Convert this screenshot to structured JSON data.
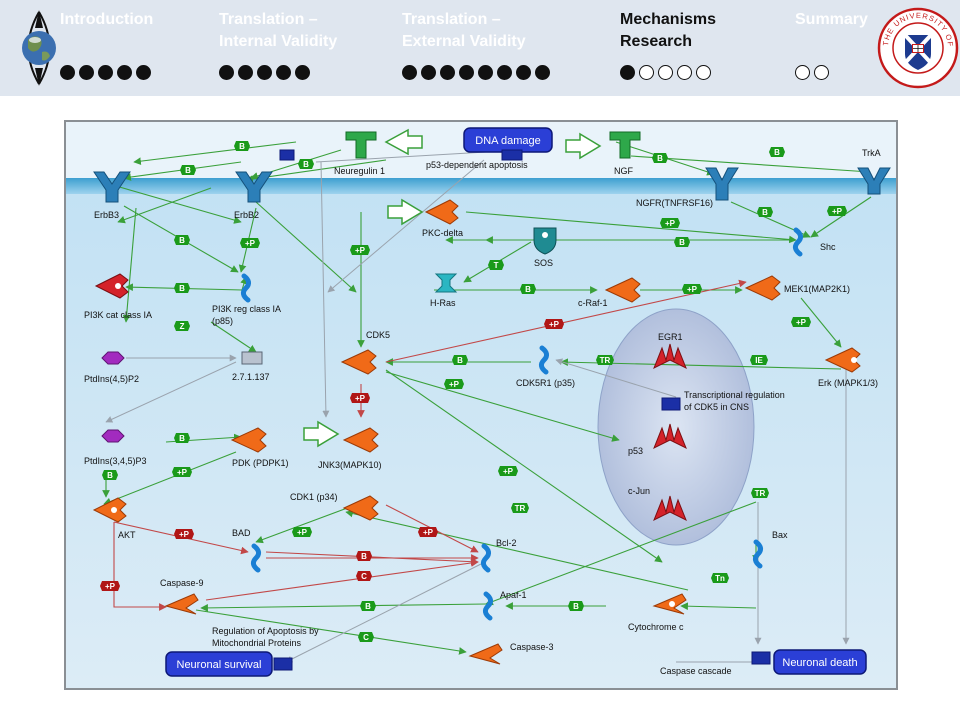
{
  "nav": {
    "sections": [
      {
        "line1": "Introduction",
        "line2": "",
        "dots_filled": 5,
        "dots_total": 5,
        "active": false
      },
      {
        "line1": "Translation –",
        "line2": "Internal Validity",
        "dots_filled": 5,
        "dots_total": 5,
        "active": false
      },
      {
        "line1": "Translation –",
        "line2": "External Validity",
        "dots_filled": 8,
        "dots_total": 8,
        "active": false
      },
      {
        "line1": "Mechanisms",
        "line2": "Research",
        "dots_filled": 1,
        "dots_total": 5,
        "active": true
      },
      {
        "line1": "Summary",
        "line2": "",
        "dots_filled": 0,
        "dots_total": 2,
        "active": false
      }
    ],
    "logo_text": "THE UNIVERSITY OF EDINBURGH"
  },
  "colors": {
    "header_bg": "#dfe6ef",
    "membrane": "#5ab4dc",
    "cell_bg": "#c5e2f2",
    "green_badge": "#1a9a1a",
    "red_badge": "#b01616",
    "protein_orange": "#f06a18",
    "receptor_blue": "#2c7fb8",
    "box_blue": "#2b3fd6"
  },
  "diagram": {
    "nodes": {
      "dna_damage": "DNA damage",
      "neuronal_survival": "Neuronal survival",
      "neuronal_death": "Neuronal death",
      "neuregulin1": "Neuregulin 1",
      "p53_apoptosis": "p53-dependent apoptosis",
      "ngf": "NGF",
      "trka": "TrkA",
      "erbb3": "ErbB3",
      "erbb2": "ErbB2",
      "ngfr": "NGFR(TNFRSF16)",
      "pkc_delta": "PKC-delta",
      "shc": "Shc",
      "sos": "SOS",
      "hras": "H-Ras",
      "craf1": "c-Raf-1",
      "mek1": "MEK1(MAP2K1)",
      "pi3k_cat": "PI3K cat class IA",
      "pi3k_reg_1": "PI3K reg class IA",
      "pi3k_reg_2": "(p85)",
      "ptdins45": "PtdIns(4,5)P2",
      "enzyme": "2.7.1.137",
      "cdk5": "CDK5",
      "egr1": "EGR1",
      "cdk5r1": "CDK5R1 (p35)",
      "transcr_1": "Transcriptional regulation",
      "transcr_2": "of CDK5 in CNS",
      "erk": "Erk (MAPK1/3)",
      "ptdins345": "PtdIns(3,4,5)P3",
      "pdk": "PDK (PDPK1)",
      "jnk3": "JNK3(MAPK10)",
      "p53": "p53",
      "cjun": "c-Jun",
      "cdk1": "CDK1 (p34)",
      "akt": "AKT",
      "bad": "BAD",
      "bcl2": "Bcl-2",
      "bax": "Bax",
      "caspase9": "Caspase-9",
      "apaf1": "Apaf-1",
      "cytochrome": "Cytochrome c",
      "reg_apop_1": "Regulation of Apoptosis by",
      "reg_apop_2": "Mitochondrial Proteins",
      "caspase3": "Caspase-3",
      "caspase_cascade": "Caspase cascade"
    },
    "badges": {
      "b": "B",
      "p": "+P",
      "t": "T",
      "c": "C",
      "z": "Z",
      "tr": "TR",
      "ie": "IE",
      "tn": "Tn"
    }
  }
}
